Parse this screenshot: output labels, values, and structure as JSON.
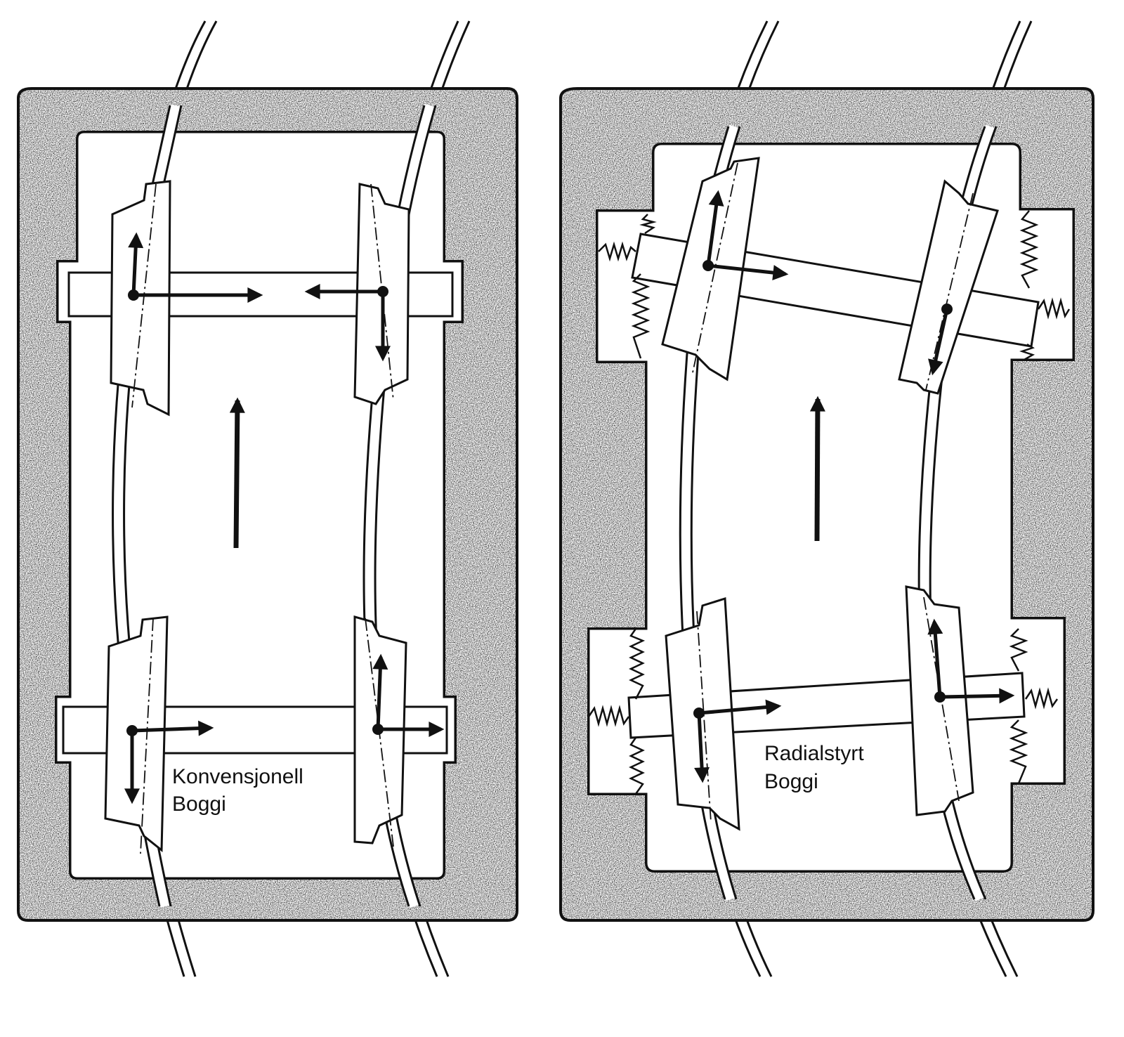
{
  "panels": [
    {
      "id": "conventional",
      "label_line1": "Konvensjonell",
      "label_line2": "Boggi"
    },
    {
      "id": "radial",
      "label_line1": "Radialstyrt",
      "label_line2": "Boggi"
    }
  ],
  "colors": {
    "ink": "#111111",
    "paper": "#ffffff",
    "frame_texture": "#5a5a5a"
  }
}
